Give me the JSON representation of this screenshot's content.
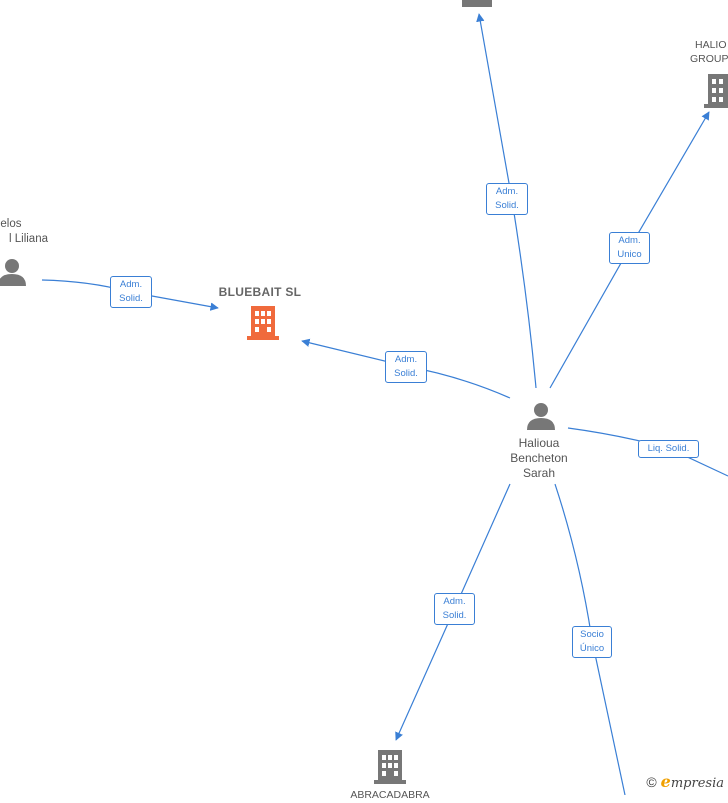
{
  "nodes": {
    "bluebait": {
      "label": "BLUEBAIT  SL",
      "icon": "building-icon",
      "color": "#f06a3c"
    },
    "sarah": {
      "label_lines": [
        "Halioua",
        "Bencheton",
        "Sarah"
      ],
      "icon": "person-icon",
      "color": "#777777"
    },
    "liliana": {
      "label_lines": [
        "uelos",
        "l Liliana"
      ],
      "icon": "person-icon",
      "color": "#777777"
    },
    "halio_group": {
      "label_lines": [
        "HALIO",
        "GROUP"
      ],
      "icon": "building-icon",
      "color": "#777777"
    },
    "abracadabra": {
      "label": "ABRACADABRA",
      "icon": "building-icon",
      "color": "#777777"
    },
    "top_company": {
      "icon": "building-icon",
      "color": "#777777"
    }
  },
  "edges": {
    "liliana_bluebait": [
      "Adm.",
      "Solid."
    ],
    "sarah_bluebait": [
      "Adm.",
      "Solid."
    ],
    "sarah_top": [
      "Adm.",
      "Solid."
    ],
    "sarah_halio": [
      "Adm.",
      "Unico"
    ],
    "sarah_right": [
      "Liq.  Solid."
    ],
    "sarah_abracadabra": [
      "Adm.",
      "Solid."
    ],
    "sarah_bottom": [
      "Socio",
      "Único"
    ]
  },
  "footer": {
    "copyright_symbol": "©",
    "brand_first": "e",
    "brand_rest": "mpresia"
  },
  "colors": {
    "edge": "#3a7fd5",
    "company_main": "#f06a3c",
    "entity": "#777777"
  }
}
